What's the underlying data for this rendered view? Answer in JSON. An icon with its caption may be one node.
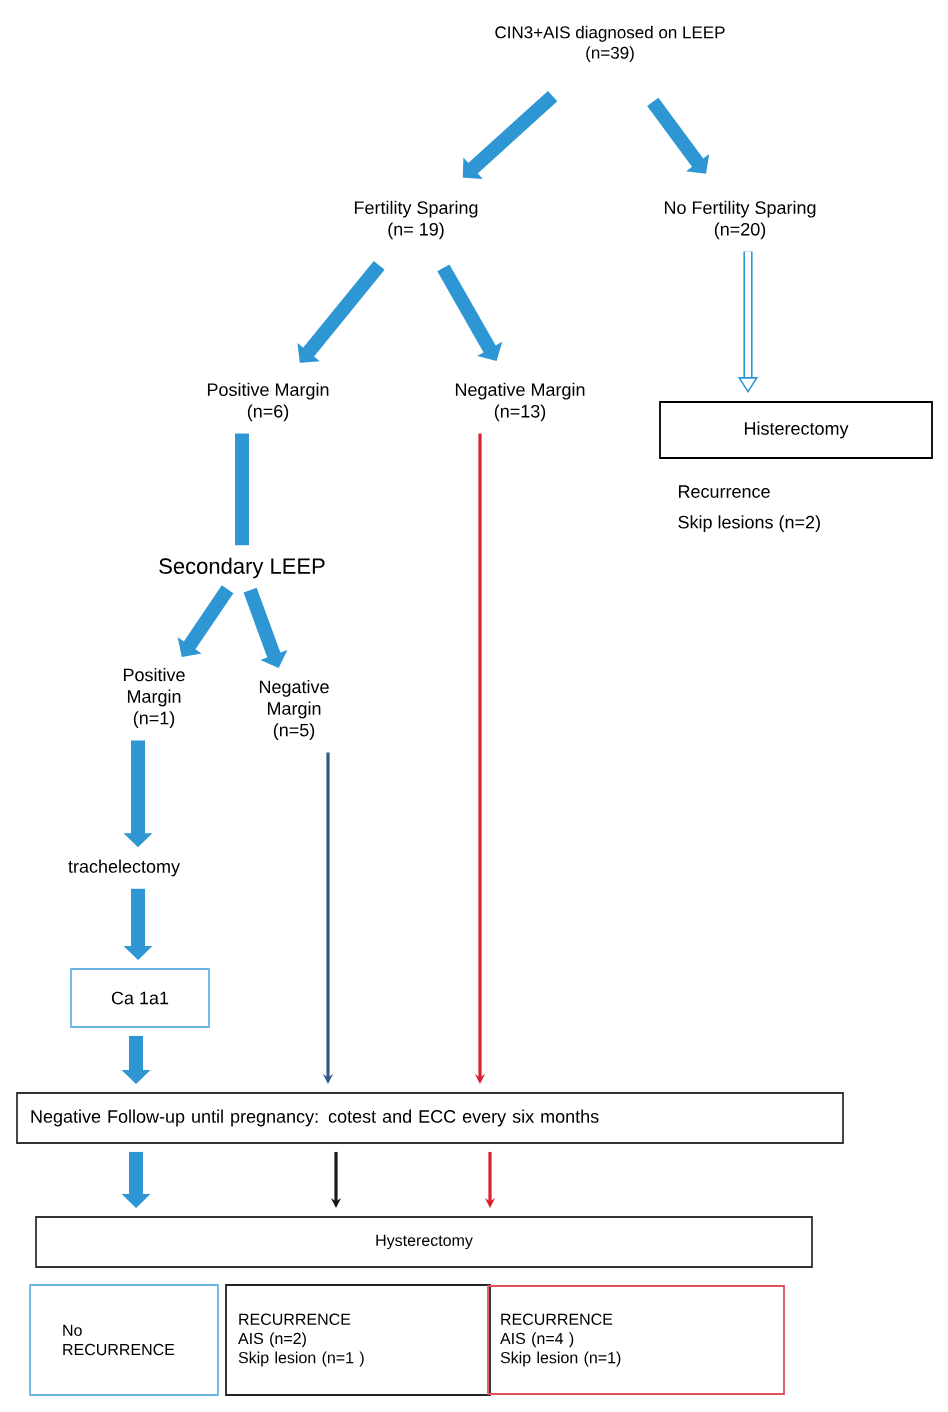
{
  "diagram": {
    "nodes": [
      {
        "text": [
          "CIN3+AIS diagnosed on LEEP",
          "(n=39)"
        ]
      },
      {
        "text": [
          "Fertility Sparing",
          "(n= 19)"
        ]
      },
      {
        "text": [
          "No Fertility Sparing",
          "(n=20)"
        ]
      },
      {
        "text": [
          "Positive Margin",
          "(n=6)"
        ]
      },
      {
        "text": [
          "Negative Margin",
          "(n=13)"
        ]
      },
      {
        "text": [
          "Histerectomy"
        ],
        "beside": [
          "Recurrence",
          "Skip lesions (n=2)"
        ]
      },
      {
        "text": [
          "Secondary LEEP"
        ]
      },
      {
        "text": [
          "Positive Margin (n=1)"
        ]
      },
      {
        "text": [
          "Negative Margin (n=5)"
        ]
      },
      {
        "text": [
          "trachelectomy"
        ]
      },
      {
        "text": [
          "Ca 1a1"
        ]
      },
      {
        "text": [
          "Negative Follow-up until pregnancy: cotest and ECC every six months"
        ]
      },
      {
        "text": [
          "Hysterectomy"
        ]
      },
      {
        "text": [
          "No RECURRENCE"
        ]
      },
      {
        "text": [
          "RECURRENCE",
          "AIS (n=2)",
          "Skip lesion (n=1 )"
        ]
      },
      {
        "text": [
          "RECURRENCE",
          "AIS (n=4 )",
          "Skip lesion (n=1)"
        ]
      }
    ],
    "edges": [
      {
        "from": 0,
        "to": 1,
        "arrow": "to"
      },
      {
        "from": 0,
        "to": 2,
        "arrow": "to"
      },
      {
        "from": 1,
        "to": 3,
        "arrow": "to"
      },
      {
        "from": 1,
        "to": 4,
        "arrow": "to"
      },
      {
        "from": 2,
        "to": 5,
        "arrow": "to",
        "color": "#2e96d3"
      },
      {
        "from": 3,
        "to": 6,
        "arrow": "none"
      },
      {
        "from": 4,
        "to": 11,
        "arrow": "to",
        "color": "#d9202e"
      },
      {
        "from": 6,
        "to": 7,
        "arrow": "to"
      },
      {
        "from": 6,
        "to": 8,
        "arrow": "to"
      },
      {
        "from": 7,
        "to": 9,
        "arrow": "to"
      },
      {
        "from": 9,
        "to": 10,
        "arrow": "to"
      },
      {
        "from": 10,
        "to": 11,
        "arrow": "to"
      },
      {
        "from": 8,
        "to": 11,
        "arrow": "to",
        "color": "#2f5b85"
      },
      {
        "from": 11,
        "to": 12,
        "arrow": "to"
      },
      {
        "from": 11,
        "to": 12,
        "arrow": "to",
        "color": "#101820"
      },
      {
        "from": 11,
        "to": 12,
        "arrow": "to",
        "color": "#d9202e"
      }
    ]
  }
}
